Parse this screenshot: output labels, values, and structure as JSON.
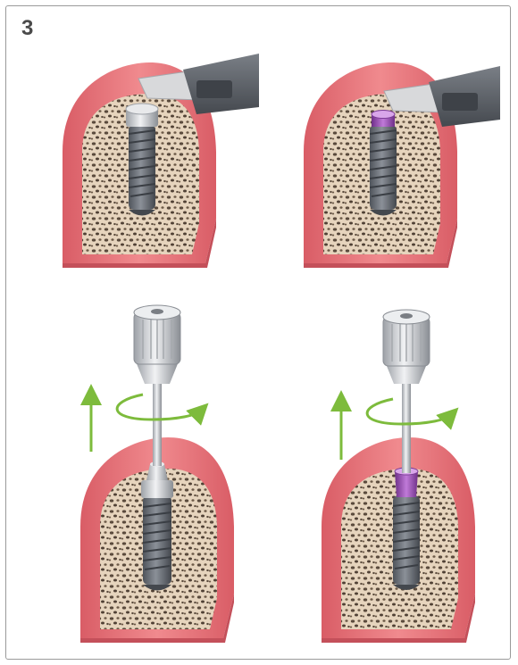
{
  "figure": {
    "step_number": "3"
  },
  "colors": {
    "gum": "#e8737a",
    "gum_light": "#f5a3a5",
    "bone": "#e6d4bd",
    "bone_pore": "#5a4a3c",
    "implant": "#6b7078",
    "metal": "#c9ccd0",
    "tool": "#5c6066",
    "arrow": "#7dbb3c",
    "purple": "#9b4fb8"
  },
  "panels": [
    {
      "id": "top-left",
      "implant_variant": "cover-screw",
      "tool": "scalpel"
    },
    {
      "id": "top-right",
      "implant_variant": "purple-collar",
      "tool": "scalpel"
    },
    {
      "id": "bottom-left",
      "implant_variant": "cover-screw",
      "tool": "driver"
    },
    {
      "id": "bottom-right",
      "implant_variant": "purple-collar",
      "tool": "driver"
    }
  ]
}
